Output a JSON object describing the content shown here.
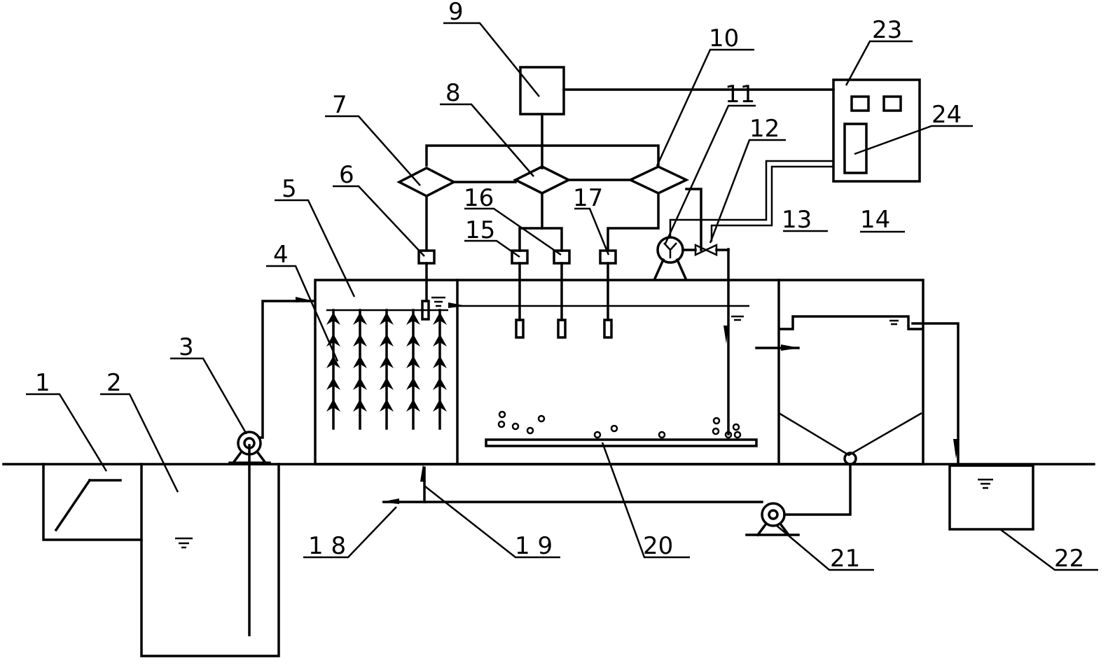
{
  "labels": {
    "l1": "1",
    "l2": "2",
    "l3": "3",
    "l4": "4",
    "l5": "5",
    "l6": "6",
    "l7": "7",
    "l8": "8",
    "l9": "9",
    "l10": "10",
    "l11": "11",
    "l12": "12",
    "l13": "13",
    "l14": "14",
    "l15": "15",
    "l16": "16",
    "l17": "17",
    "l18": "1 8",
    "l19": "1 9",
    "l20": "20",
    "l21": "21",
    "l22": "22",
    "l23": "23",
    "l24": "24"
  },
  "colors": {
    "line": "#000000",
    "background": "#ffffff"
  }
}
